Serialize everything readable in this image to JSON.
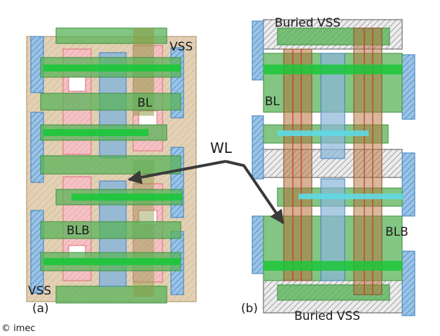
{
  "labels": {
    "vss_a_top": "VSS",
    "bl_a": "BL",
    "blb_a": "BLB",
    "vss_a_bottom": "VSS",
    "caption_a": "(a)",
    "wl": "WL",
    "buried_vss_top": "Buried VSS",
    "bl_b": "BL",
    "blb_b": "BLB",
    "buried_vss_bottom": "Buried VSS",
    "caption_b": "(b)",
    "copyright": "© imec"
  },
  "colors": {
    "background": "#ffffff",
    "boundary_fill": "#e2cfb2",
    "active_green": "#5ab35a",
    "metal_bright_green": "#1cc63a",
    "poly_pink": "#f4aeb6",
    "contact_blue": "#8bb5d9",
    "hatch_blue": "#4f95d1",
    "fin_red": "#c0392b",
    "cyan_rail": "#63d6e6",
    "arrow": "#3a3a3a"
  }
}
